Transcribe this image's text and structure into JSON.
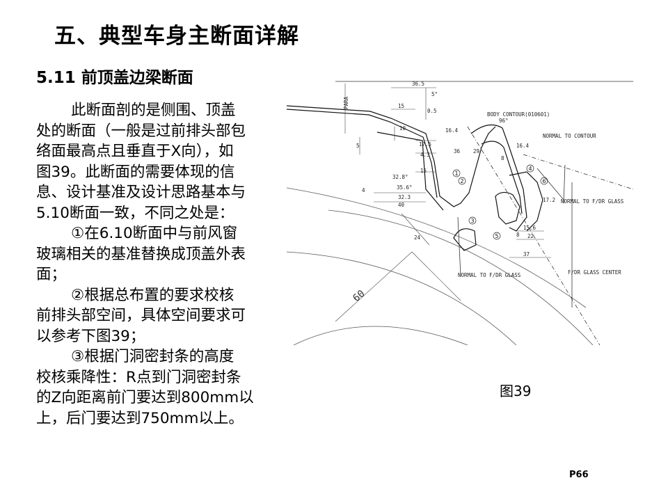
{
  "page": {
    "title": "五、典型车身主断面详解",
    "section_heading": "5.11 前顶盖边梁断面",
    "paragraphs": [
      [
        "此断面剖的是侧围、顶盖",
        "处的断面（一般是过前排头部包",
        "络面最高点且垂直于X向），如",
        "图39。此断面的需要体现的信",
        "息、设计基准及设计思路基本与",
        "5.10断面一致，不同之处是："
      ],
      [
        "①在6.10断面中与前风窗",
        "玻璃相关的基准替换成顶盖外表",
        "面；"
      ],
      [
        "②根据总布置的要求校核",
        "前排头部空间，具体空间要求可",
        "以参考下图39；"
      ],
      [
        "③根据门洞密封条的高度",
        "校核乘降性：R点到门洞密封条",
        "的Z向距离前门要达到800mm以",
        "上，后门要达到750mm以上。"
      ]
    ],
    "figure_caption": "图39",
    "page_number": "P66"
  },
  "drawing": {
    "labels": {
      "para": "PARA",
      "body_contour": "BODY CONTOUR(010601)",
      "normal_to_contour": "NORMAL TO CONTOUR",
      "normal_to_fdr_glass_right": "NORMAL TO F/DR GLASS",
      "normal_to_fdr_glass_bottom": "NORMAL TO F/DR GLASS",
      "fdr_glass_center": "F/DR GLASS CENTER"
    },
    "dimensions": [
      "36.5",
      "5°",
      "15",
      "0.5",
      "10",
      "5",
      "17.5",
      "4.3",
      "16.4",
      "36",
      "15",
      "32.8°",
      "35.6°",
      "32.3",
      "4",
      "40",
      "24",
      "29",
      "8",
      "96°",
      "16.4",
      "17.2",
      "15.6",
      "22",
      "8",
      "37",
      "60"
    ],
    "callouts": [
      "1",
      "2",
      "3",
      "4",
      "5",
      "6"
    ]
  }
}
